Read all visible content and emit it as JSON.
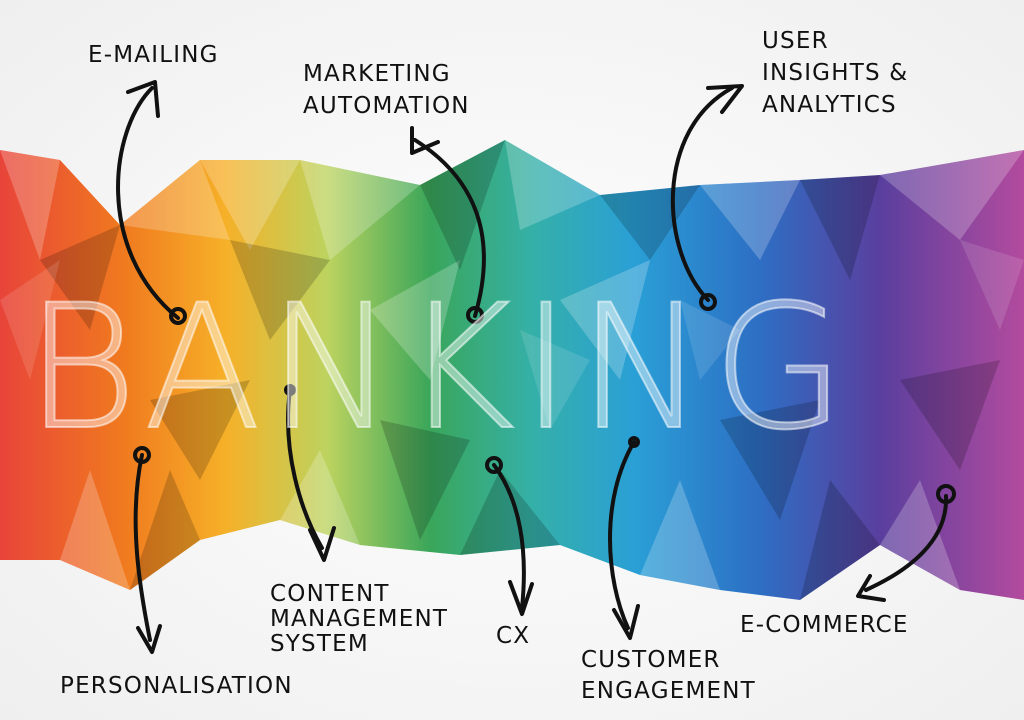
{
  "title": "BANKING",
  "labels": {
    "e_mailing": "E-MAILING",
    "marketing_automation": [
      "MARKETING",
      "AUTOMATION"
    ],
    "user_insights": [
      "USER",
      "INSIGHTS &",
      "ANALYTICS"
    ],
    "personalisation": "PERSONALISATION",
    "cms": [
      "CONTENT",
      "MANAGEMENT",
      "SYSTEM"
    ],
    "cx": "CX",
    "customer_engagement": [
      "CUSTOMER",
      "ENGAGEMENT"
    ],
    "e_commerce": "E-COMMERCE"
  },
  "colors": {
    "ink": "#111111",
    "spectrum": [
      "#e5312a",
      "#f07a1f",
      "#f7b21a",
      "#b7d15a",
      "#2a9a4e",
      "#2aa7c2",
      "#1e7fd0",
      "#4a3c9e",
      "#8b3b9a",
      "#e06aa8"
    ]
  }
}
